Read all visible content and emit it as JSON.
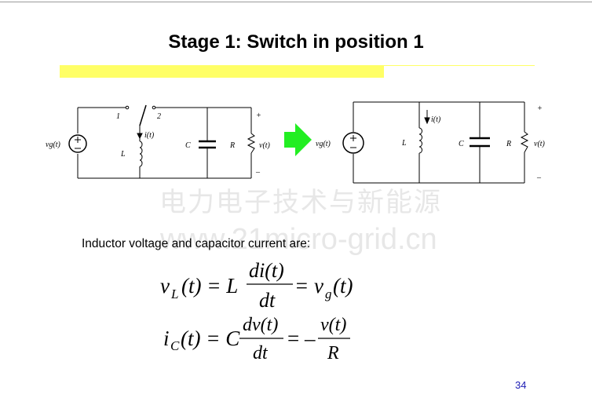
{
  "slide": {
    "title": "Stage 1: Switch in position 1",
    "intro": "Inductor voltage and capacitor current are:",
    "page_number": "34",
    "watermark_cn": "电力电子技术与新能源",
    "watermark_url": "www.21micro-grid.cn"
  },
  "circuit_left": {
    "source_label": "vg(t)",
    "switch_pos1": "1",
    "switch_pos2": "2",
    "current_label": "i(t)",
    "inductor_label": "L",
    "capacitor_label": "C",
    "resistor_label": "R",
    "output_label": "v(t)",
    "plus": "+",
    "minus": "–"
  },
  "circuit_right": {
    "source_label": "vg(t)",
    "current_label": "i(t)",
    "inductor_label": "L",
    "capacitor_label": "C",
    "resistor_label": "R",
    "output_label": "v(t)",
    "plus": "+",
    "minus": "–"
  },
  "equations": {
    "eq1": {
      "lhs_var": "v",
      "lhs_sub": "L",
      "lhs_arg": "(t) = L",
      "frac_num": "di(t)",
      "frac_den": "dt",
      "rhs_eq": "= v",
      "rhs_sub": "g",
      "rhs_arg": "(t)"
    },
    "eq2": {
      "lhs_var": "i",
      "lhs_sub": "C",
      "lhs_arg": "(t) = C",
      "frac_num": "dv(t)",
      "frac_den": "dt",
      "rhs_eq": "= –",
      "frac2_num": "v(t)",
      "frac2_den": "R"
    }
  },
  "colors": {
    "arrow": "#22ee22",
    "highlight": "#ffff66",
    "page_number": "#1c1cb4"
  }
}
